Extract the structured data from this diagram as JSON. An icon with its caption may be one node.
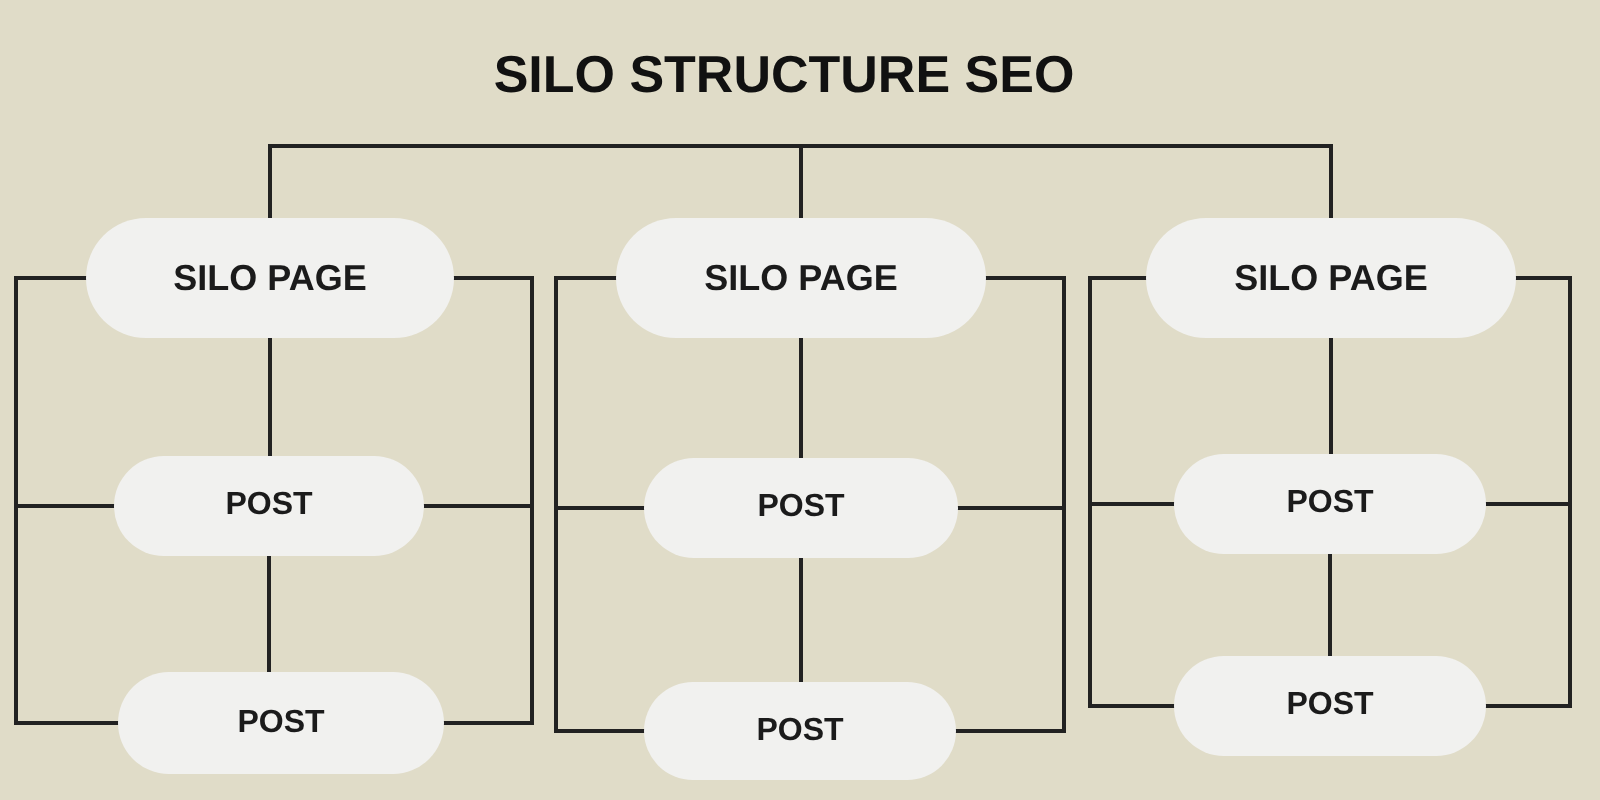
{
  "diagram": {
    "title": "SILO STRUCTURE SEO",
    "nodes": [
      {
        "text": [
          "SILO PAGE"
        ]
      },
      {
        "text": [
          "POST"
        ]
      },
      {
        "text": [
          "POST"
        ]
      },
      {
        "text": [
          "SILO PAGE"
        ]
      },
      {
        "text": [
          "POST"
        ]
      },
      {
        "text": [
          "POST"
        ]
      },
      {
        "text": [
          "SILO PAGE"
        ]
      },
      {
        "text": [
          "POST"
        ]
      },
      {
        "text": [
          "POST"
        ]
      }
    ],
    "edges": [
      {
        "from": 0,
        "to": 1,
        "arrow": "none"
      },
      {
        "from": 1,
        "to": 2,
        "arrow": "none"
      },
      {
        "from": 0,
        "to": 1,
        "arrow": "none"
      },
      {
        "from": 1,
        "to": 2,
        "arrow": "none"
      },
      {
        "from": 0,
        "to": 1,
        "arrow": "none"
      },
      {
        "from": 1,
        "to": 2,
        "arrow": "none"
      },
      {
        "from": 3,
        "to": 4,
        "arrow": "none"
      },
      {
        "from": 4,
        "to": 5,
        "arrow": "none"
      },
      {
        "from": 3,
        "to": 4,
        "arrow": "none"
      },
      {
        "from": 4,
        "to": 5,
        "arrow": "none"
      },
      {
        "from": 3,
        "to": 4,
        "arrow": "none"
      },
      {
        "from": 4,
        "to": 5,
        "arrow": "none"
      },
      {
        "from": 6,
        "to": 7,
        "arrow": "none"
      },
      {
        "from": 7,
        "to": 8,
        "arrow": "none"
      },
      {
        "from": 6,
        "to": 7,
        "arrow": "none"
      },
      {
        "from": 7,
        "to": 8,
        "arrow": "none"
      },
      {
        "from": 6,
        "to": 7,
        "arrow": "none"
      },
      {
        "from": 7,
        "to": 8,
        "arrow": "none"
      },
      {
        "from": 0,
        "to": 3,
        "arrow": "none"
      },
      {
        "from": 3,
        "to": 6,
        "arrow": "none"
      }
    ]
  }
}
